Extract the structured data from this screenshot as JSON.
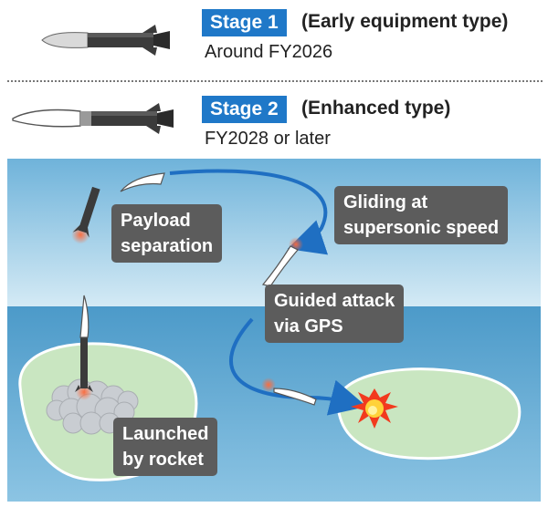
{
  "stages": [
    {
      "badge": "Stage 1",
      "type": "(Early equipment type)",
      "date": "Around FY2026",
      "missile_icon": "missile-stage1-icon"
    },
    {
      "badge": "Stage 2",
      "type": "(Enhanced type)",
      "date": "FY2028 or later",
      "missile_icon": "missile-stage2-icon"
    }
  ],
  "labels": {
    "payload_separation": [
      "Payload",
      "separation"
    ],
    "gliding": [
      "Gliding at",
      "supersonic speed"
    ],
    "guided_attack": [
      "Guided attack",
      "via GPS"
    ],
    "launched": [
      "Launched",
      "by rocket"
    ]
  },
  "colors": {
    "badge_blue": "#1f78c8",
    "sky_top": "#6fb3da",
    "sky_bottom": "#d4eaf5",
    "sea_top": "#4c9ac9",
    "sea_bottom": "#8cc4e3",
    "island": "#c9e6c1",
    "trajectory": "#1f6fc2",
    "label_box": "#5c5c5c"
  }
}
